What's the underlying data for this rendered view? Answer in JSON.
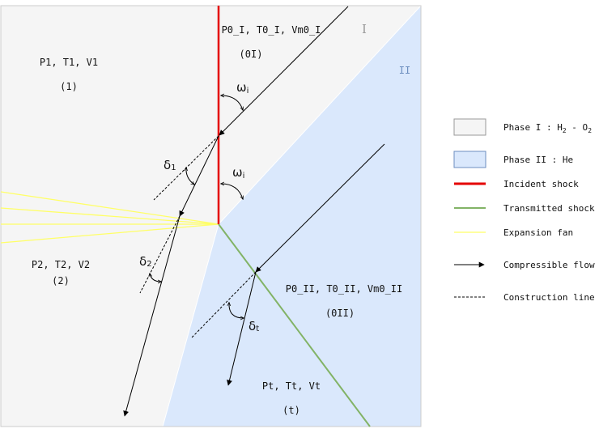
{
  "colors": {
    "phase1_fill": "#f5f5f5",
    "phase2_fill": "#dae8fc",
    "phase2_label": "#6c8ebf",
    "phase1_label": "#999999",
    "incident_shock": "#e40000",
    "transmitted_shock": "#82b366",
    "expansion_fan": "#ffff66",
    "border": "#cccccc"
  },
  "regions": {
    "phase1_numeral": "I",
    "phase2_numeral": "II",
    "state_0I": {
      "line1": "P0_I, T0_I, Vm0_I",
      "line2": "(0I)"
    },
    "state_1": {
      "line1": "P1, T1, V1",
      "line2": "(1)"
    },
    "state_2": {
      "line1": "P2, T2, V2",
      "line2": "(2)"
    },
    "state_0II": {
      "line1": "P0_II, T0_II, Vm0_II",
      "line2": "(0II)"
    },
    "state_t": {
      "line1": "Pt, Tt, Vt",
      "line2": "(t)"
    }
  },
  "angles": {
    "omega_upper": {
      "symbol": "ω",
      "sub": "i"
    },
    "omega_lower": {
      "symbol": "ω",
      "sub": "i"
    },
    "delta1": {
      "symbol": "δ",
      "sub": "1"
    },
    "delta2": {
      "symbol": "δ",
      "sub": "2"
    },
    "delta_t": {
      "symbol": "δ",
      "sub": "t"
    }
  },
  "legend": {
    "phase1": {
      "text": "Phase I : H",
      "sub1": "2",
      "mid": " - O",
      "sub2": "2"
    },
    "phase2": "Phase II : He",
    "incident": "Incident shock",
    "transmitted": "Transmitted shock",
    "fan": "Expansion fan",
    "flow": "Compressible flow",
    "construction": "Construction line"
  }
}
